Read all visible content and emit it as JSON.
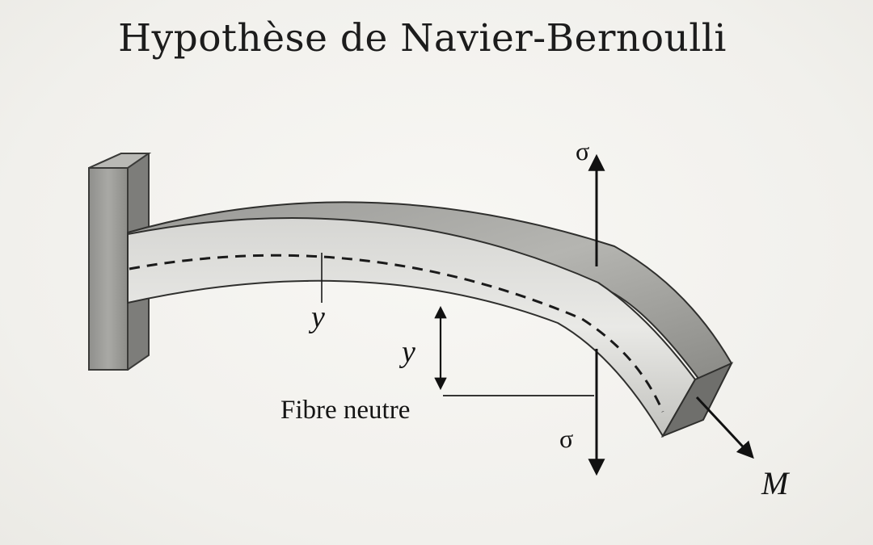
{
  "title": "Hypothèse de Navier-Bernoulli",
  "labels": {
    "sigma_top": "σ",
    "sigma_bottom": "σ",
    "y_beam": "y",
    "y_offset": "y",
    "neutral_fiber": "Fibre neutre",
    "moment": "M"
  }
}
